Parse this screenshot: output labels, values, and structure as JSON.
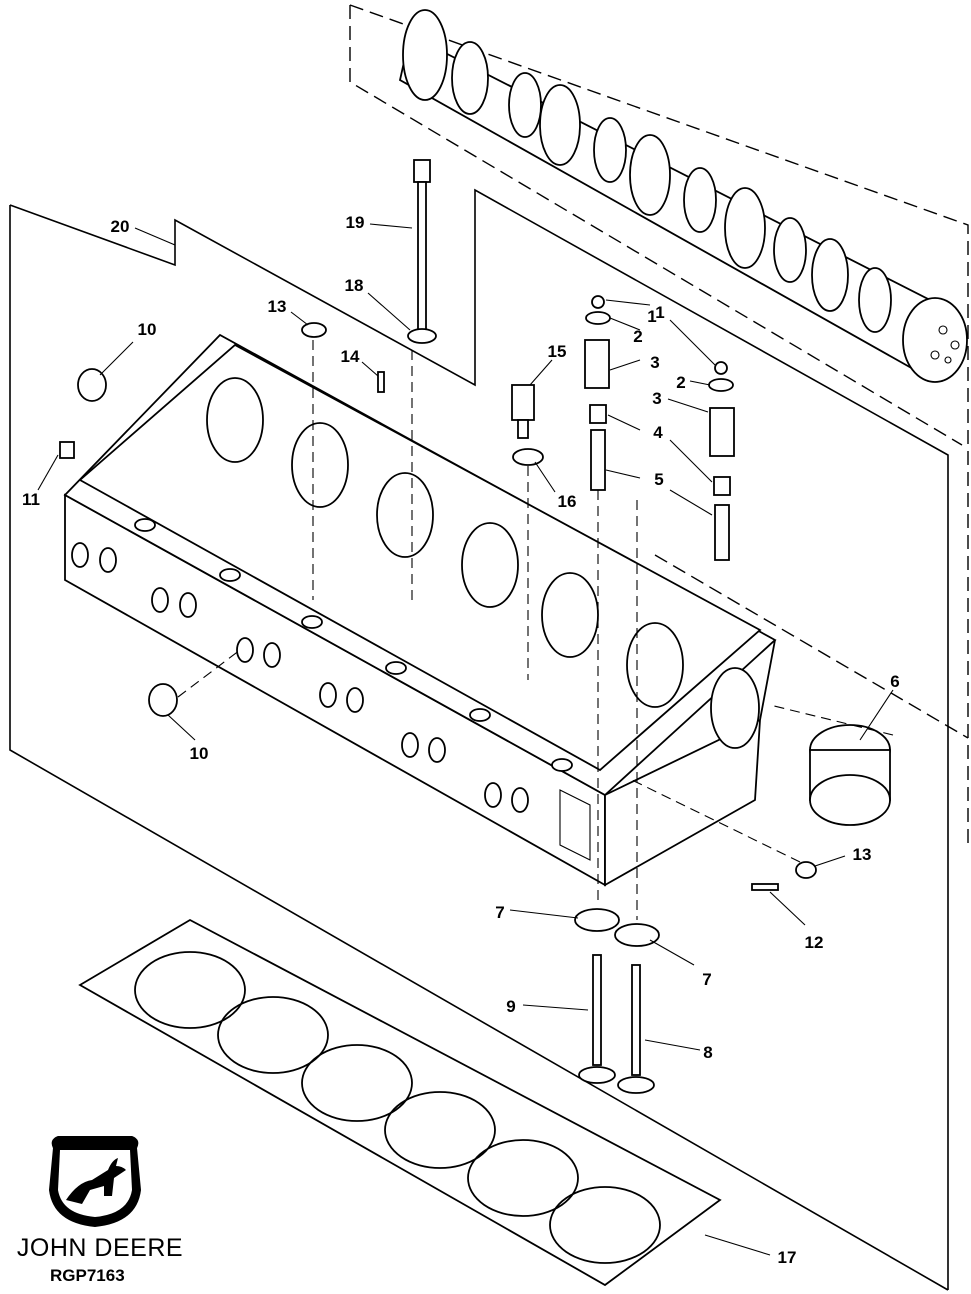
{
  "brand": {
    "name": "JOHN DEERE",
    "figure_id": "RGP7163",
    "logo": "deer-logo-icon"
  },
  "callouts": [
    {
      "id": "c1a",
      "text": "1"
    },
    {
      "id": "c1b",
      "text": "1"
    },
    {
      "id": "c2a",
      "text": "2"
    },
    {
      "id": "c2b",
      "text": "2"
    },
    {
      "id": "c3a",
      "text": "3"
    },
    {
      "id": "c3b",
      "text": "3"
    },
    {
      "id": "c4",
      "text": "4"
    },
    {
      "id": "c5",
      "text": "5"
    },
    {
      "id": "c6",
      "text": "6"
    },
    {
      "id": "c7a",
      "text": "7"
    },
    {
      "id": "c7b",
      "text": "7"
    },
    {
      "id": "c8",
      "text": "8"
    },
    {
      "id": "c9",
      "text": "9"
    },
    {
      "id": "c10a",
      "text": "10"
    },
    {
      "id": "c10b",
      "text": "10"
    },
    {
      "id": "c11",
      "text": "11"
    },
    {
      "id": "c12",
      "text": "12"
    },
    {
      "id": "c13a",
      "text": "13"
    },
    {
      "id": "c13b",
      "text": "13"
    },
    {
      "id": "c14",
      "text": "14"
    },
    {
      "id": "c15",
      "text": "15"
    },
    {
      "id": "c16",
      "text": "16"
    },
    {
      "id": "c17",
      "text": "17"
    },
    {
      "id": "c18",
      "text": "18"
    },
    {
      "id": "c19",
      "text": "19"
    },
    {
      "id": "c20",
      "text": "20"
    }
  ]
}
